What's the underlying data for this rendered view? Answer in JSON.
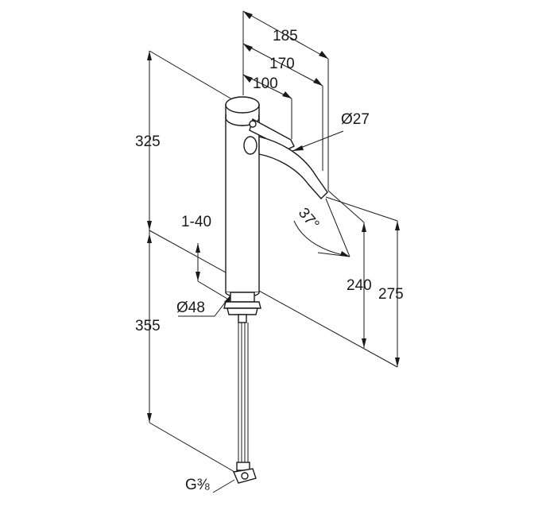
{
  "dimensions": {
    "width_185": "185",
    "width_170": "170",
    "width_100": "100",
    "spout_diameter": "Ø27",
    "height_325": "325",
    "adjust_range": "1-40",
    "spout_angle": "37°",
    "height_240": "240",
    "height_275": "275",
    "base_diameter": "Ø48",
    "depth_355": "355",
    "connection_thread": "G⅜"
  }
}
